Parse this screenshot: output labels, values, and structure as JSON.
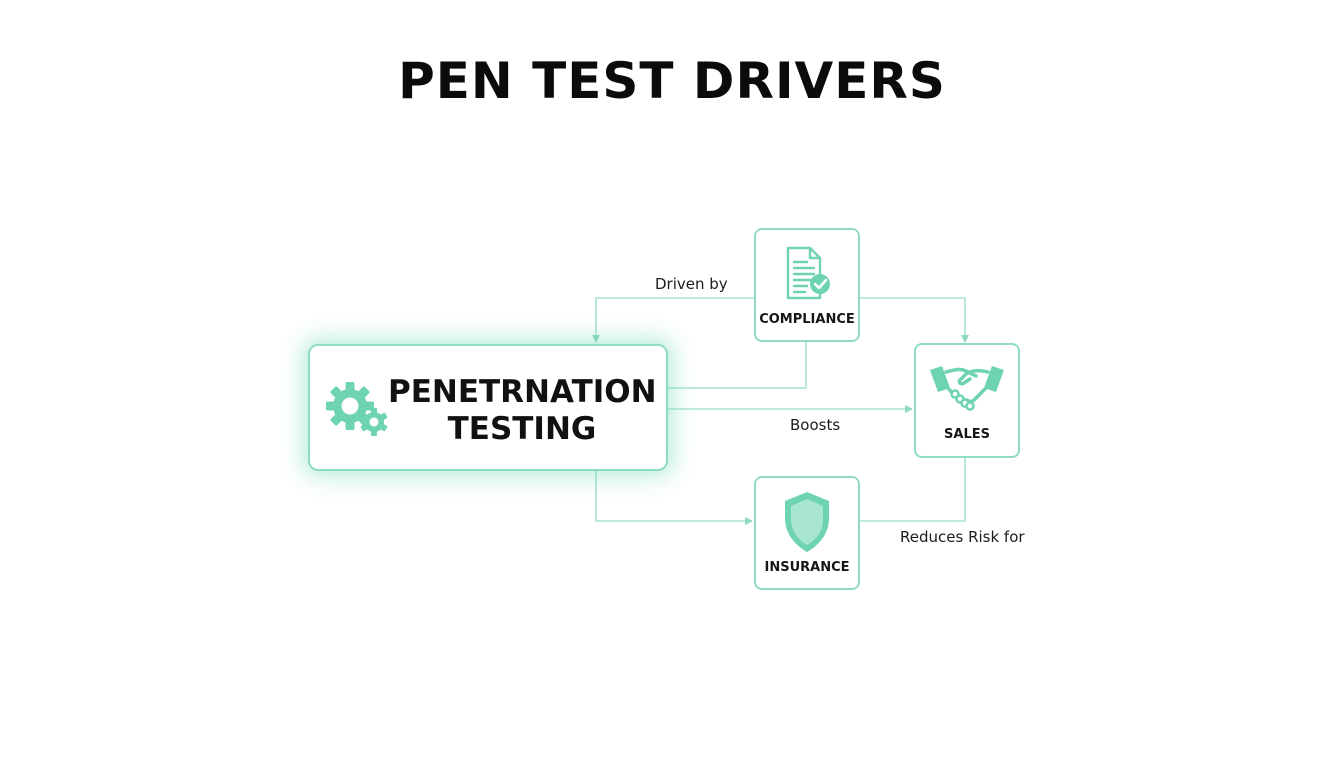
{
  "title": "PEN TEST DRIVERS",
  "main_node": {
    "label_line1": "PENETRNATION",
    "label_line2": "TESTING",
    "icon": "gears-icon"
  },
  "nodes": {
    "compliance": {
      "label": "COMPLIANCE",
      "icon": "document-check-icon"
    },
    "sales": {
      "label": "SALES",
      "icon": "handshake-icon"
    },
    "insurance": {
      "label": "INSURANCE",
      "icon": "shield-icon"
    }
  },
  "edges": {
    "driven_by": "Driven by",
    "boosts": "Boosts",
    "reduces_risk_for": "Reduces Risk for"
  },
  "colors": {
    "accent": "#6ed3b1",
    "border": "#8fdcc2",
    "line": "#a9e3cf",
    "text": "#111111"
  }
}
